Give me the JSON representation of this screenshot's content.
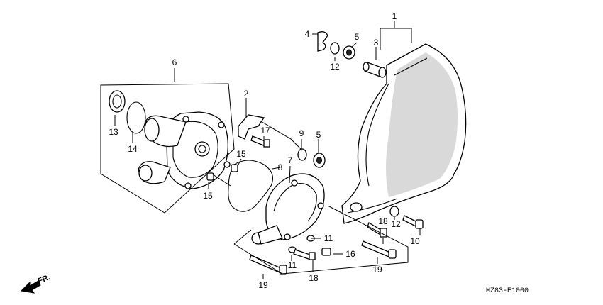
{
  "diagram": {
    "callouts": [
      {
        "id": "c1",
        "label": "1"
      },
      {
        "id": "c2",
        "label": "2"
      },
      {
        "id": "c3",
        "label": "3"
      },
      {
        "id": "c4",
        "label": "4"
      },
      {
        "id": "c5a",
        "label": "5"
      },
      {
        "id": "c5b",
        "label": "5"
      },
      {
        "id": "c6",
        "label": "6"
      },
      {
        "id": "c7",
        "label": "7"
      },
      {
        "id": "c8",
        "label": "8"
      },
      {
        "id": "c9",
        "label": "9"
      },
      {
        "id": "c10",
        "label": "10"
      },
      {
        "id": "c11a",
        "label": "11"
      },
      {
        "id": "c11b",
        "label": "11"
      },
      {
        "id": "c12a",
        "label": "12"
      },
      {
        "id": "c12b",
        "label": "12"
      },
      {
        "id": "c13",
        "label": "13"
      },
      {
        "id": "c14",
        "label": "14"
      },
      {
        "id": "c15a",
        "label": "15"
      },
      {
        "id": "c15b",
        "label": "15"
      },
      {
        "id": "c16",
        "label": "16"
      },
      {
        "id": "c17",
        "label": "17"
      },
      {
        "id": "c18a",
        "label": "18"
      },
      {
        "id": "c18b",
        "label": "18"
      },
      {
        "id": "c19a",
        "label": "19"
      },
      {
        "id": "c19b",
        "label": "19"
      }
    ],
    "direction_label": "FR.",
    "diagram_code": "MZ83-E1000"
  }
}
